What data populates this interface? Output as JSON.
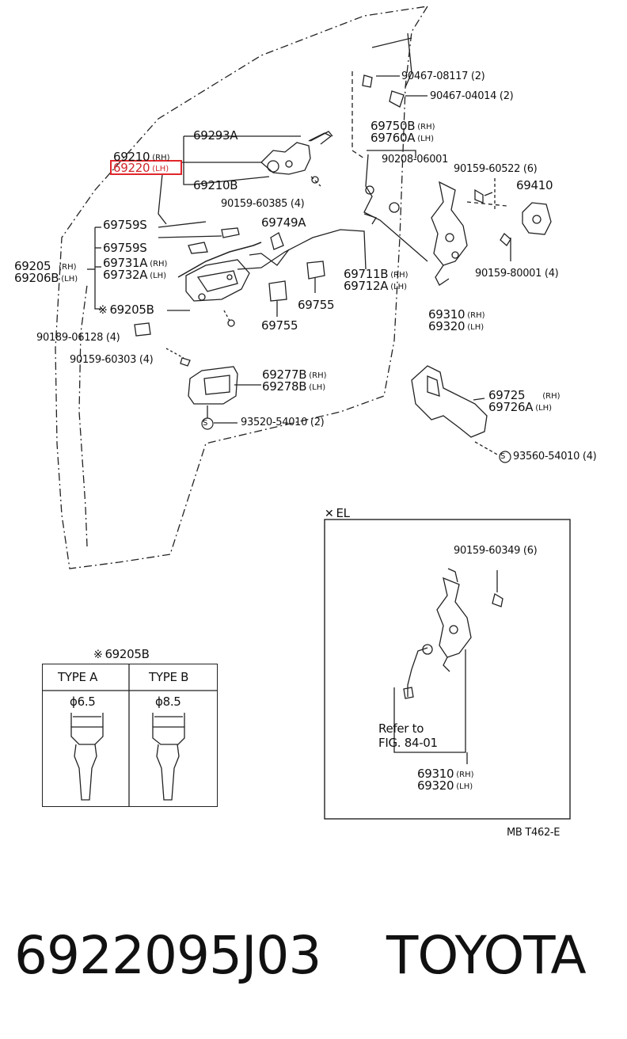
{
  "labels": {
    "p69210": "69210",
    "p69210_sfx": "(RH)",
    "p69220": "69220",
    "p69220_sfx": "(LH)",
    "p69293A": "69293A",
    "p69210B": "69210B",
    "p90467_08117": "90467-08117 (2)",
    "p90467_04014": "90467-04014 (2)",
    "p69750B": "69750B",
    "p69750B_sfx": "(RH)",
    "p69760A": "69760A",
    "p69760A_sfx": "(LH)",
    "p90208": "90208-06001",
    "p90159_60522": "90159-60522 (6)",
    "p69410": "69410",
    "p90159_60385": "90159-60385 (4)",
    "p69759S_a": "69759S",
    "p69749A": "69749A",
    "p69759S_b": "69759S",
    "p69205": "69205",
    "p69205_sfx": "(RH)",
    "p69206B": "69206B",
    "p69206B_sfx": "(LH)",
    "p69731A": "69731A",
    "p69731A_sfx": "(RH)",
    "p69732A": "69732A",
    "p69732A_sfx": "(LH)",
    "p69711B": "69711B",
    "p69711B_sfx": "(RH)",
    "p69712A": "69712A",
    "p69712A_sfx": "(LH)",
    "p90159_80001": "90159-80001 (4)",
    "p69205B": "69205B",
    "p69755_a": "69755",
    "p69310": "69310",
    "p69310_sfx": "(RH)",
    "p69320": "69320",
    "p69320_sfx": "(LH)",
    "p90189": "90189-06128 (4)",
    "p69755_b": "69755",
    "p90159_60303": "90159-60303 (4)",
    "p69277B": "69277B",
    "p69277B_sfx": "(RH)",
    "p69278B": "69278B",
    "p69278B_sfx": "(LH)",
    "p69725": "69725",
    "p69725_sfx": "(RH)",
    "p69726A": "69726A",
    "p69726A_sfx": "(LH)",
    "p93520": "93520-54010 (2)",
    "p93560": "93560-54010 (4)",
    "s_mark": "S",
    "el_title": "EL",
    "el_90159": "90159-60349 (6)",
    "el_refer1": "Refer to",
    "el_refer2": "FIG. 84-01",
    "el_69310": "69310",
    "el_69310_sfx": "(RH)",
    "el_69320": "69320",
    "el_69320_sfx": "(LH)"
  },
  "table": {
    "title": "69205B",
    "col_a": "TYPE  A",
    "col_b": "TYPE  B",
    "dim_a": "ϕ6.5",
    "dim_b": "ϕ8.5"
  },
  "drawing_code": "MB T462-E",
  "footer": {
    "part_number": "6922095J03",
    "brand": "TOYOTA"
  },
  "highlight_color": "#e0262b"
}
